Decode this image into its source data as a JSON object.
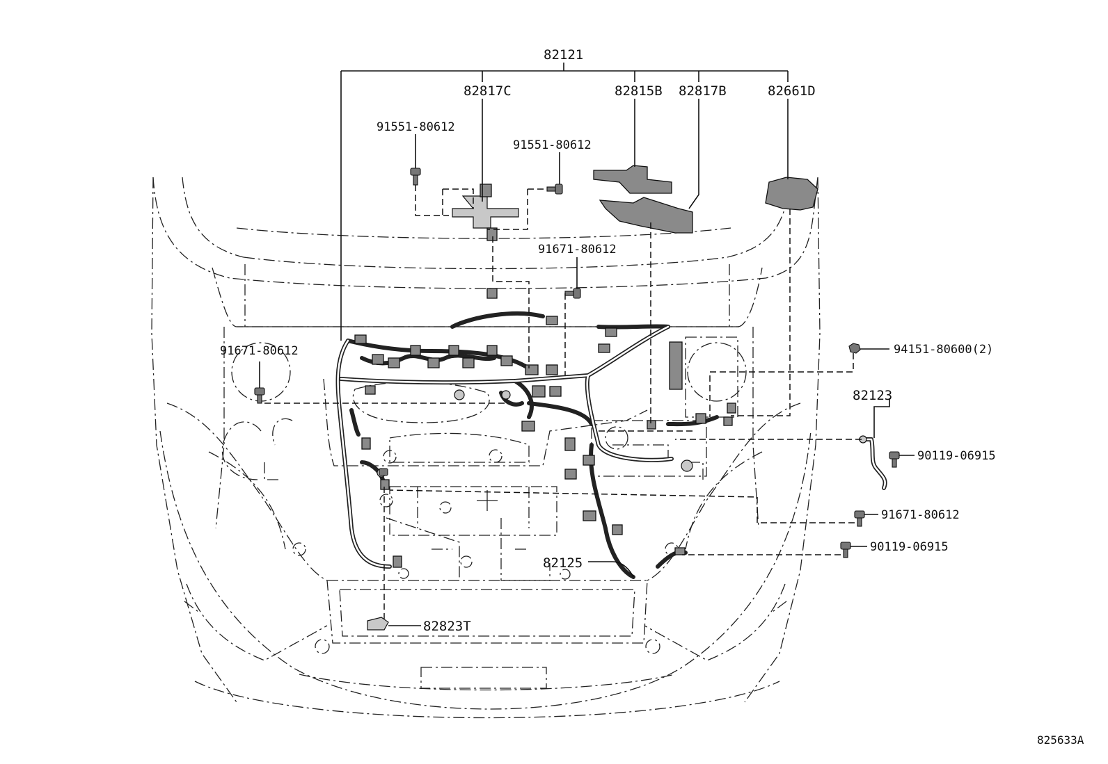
{
  "diagram": {
    "labels": {
      "main_harness": "82121",
      "protector_c": "82817C",
      "protector_15b": "82815B",
      "protector_17b": "82817B",
      "clamp_d": "82661D",
      "bolt_91551_left": "91551-80612",
      "bolt_91551_right": "91551-80612",
      "bolt_91671_top": "91671-80612",
      "bolt_91671_left": "91671-80612",
      "nut_94151": "94151-80600(2)",
      "wire_82123": "82123",
      "bolt_90119_right": "90119-06915",
      "bolt_91671_right": "91671-80612",
      "bolt_90119_lower": "90119-06915",
      "wire_82125": "82125",
      "cover_82823t": "82823T"
    },
    "reference_code": "825633A"
  }
}
